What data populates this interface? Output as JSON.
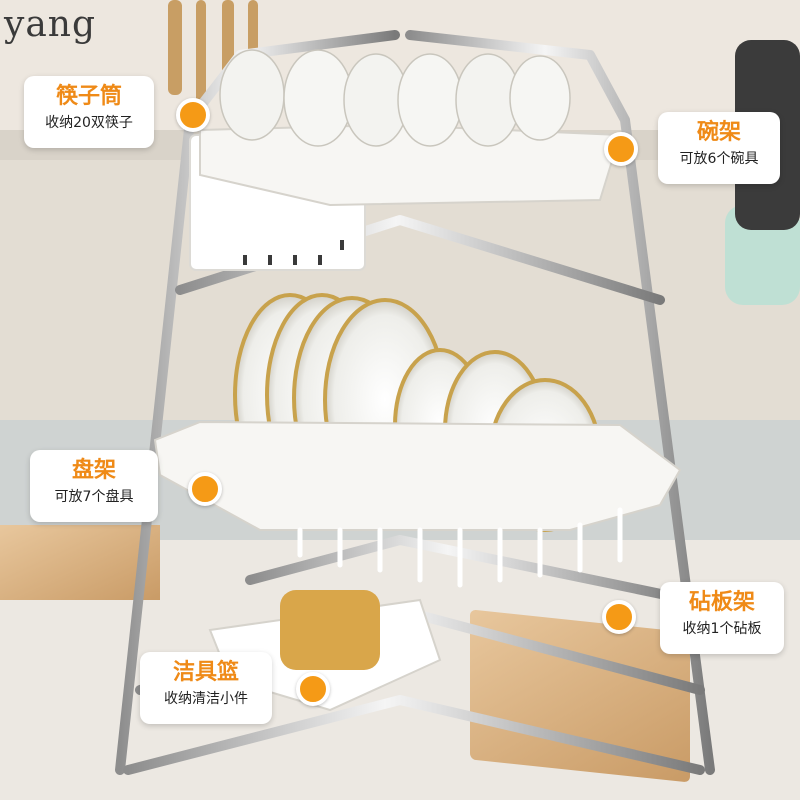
{
  "watermark": "yang",
  "callouts": {
    "chopsticks": {
      "title": "筷子筒",
      "desc": "收纳20双筷子"
    },
    "bowls": {
      "title": "碗架",
      "desc": "可放6个碗具"
    },
    "plates": {
      "title": "盘架",
      "desc": "可放7个盘具"
    },
    "board": {
      "title": "砧板架",
      "desc": "收纳1个砧板"
    },
    "cleaning": {
      "title": "洁具篮",
      "desc": "收纳清洁小件"
    }
  },
  "colors": {
    "accent": "#f59a16",
    "title_text": "#ef8a17"
  }
}
